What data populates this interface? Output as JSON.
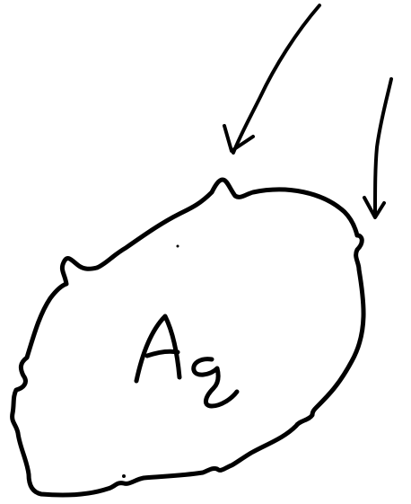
{
  "diagram": {
    "particle_label_letters": [
      "A",
      "g"
    ],
    "ink_color": "#000000",
    "background_color": "#ffffff",
    "arrows": [
      {
        "name": "arrow-left"
      },
      {
        "name": "arrow-right"
      }
    ]
  }
}
